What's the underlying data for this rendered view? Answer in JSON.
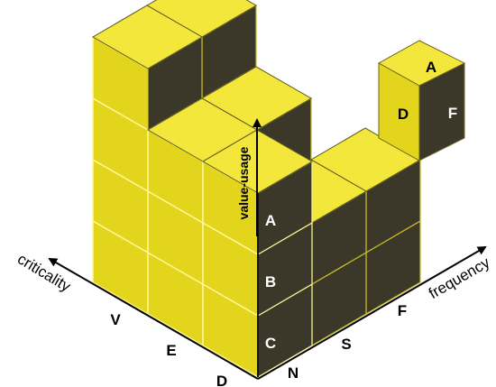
{
  "colors": {
    "top": "#f2e73a",
    "left": "#e2d51c",
    "right": "#3b382a",
    "edge_light": "#fff79a",
    "edge_dark": "#161410",
    "ink": "#000000",
    "label_light": "#ffffff"
  },
  "axes": {
    "vertical": "value-usage",
    "left": "criticality",
    "right": "frequency"
  },
  "row_labels": [
    "A",
    "B",
    "C"
  ],
  "left_labels": [
    "V",
    "E",
    "D"
  ],
  "right_labels": [
    "N",
    "S",
    "F"
  ],
  "legend_cube": {
    "top": "A",
    "left": "D",
    "right": "F"
  }
}
